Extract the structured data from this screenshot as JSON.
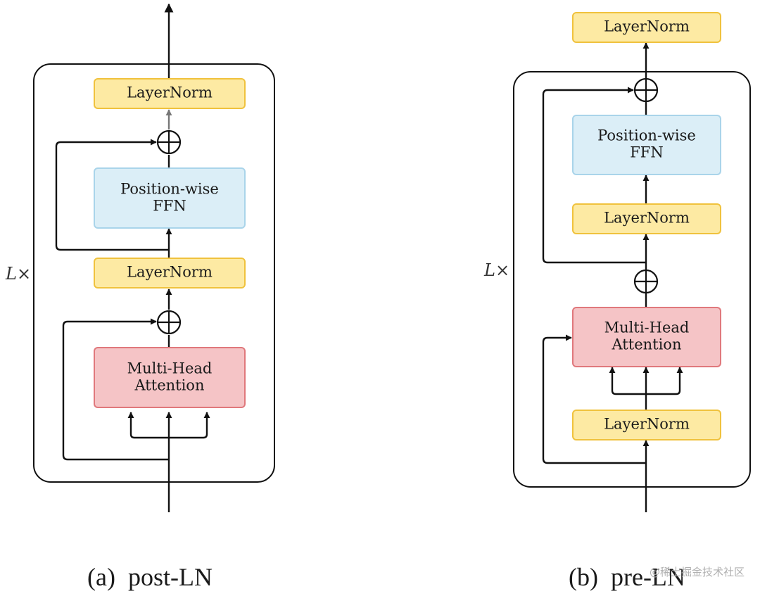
{
  "colors": {
    "layernorm_fill": "#fdeaa3",
    "layernorm_stroke": "#f0c23d",
    "ffn_fill": "#dbeef7",
    "ffn_stroke": "#a9d4ea",
    "attention_fill": "#f5c4c6",
    "attention_stroke": "#e0787c",
    "line": "#111111",
    "gray_arrow": "#777777"
  },
  "post_ln": {
    "caption": "(a)  post-LN",
    "repeat_label": "L×",
    "layernorm_top": "LayerNorm",
    "ffn_line1": "Position-wise",
    "ffn_line2": "FFN",
    "layernorm_mid": "LayerNorm",
    "attention_line1": "Multi-Head",
    "attention_line2": "Attention"
  },
  "pre_ln": {
    "caption": "(b)  pre-LN",
    "repeat_label": "L×",
    "layernorm_final": "LayerNorm",
    "ffn_line1": "Position-wise",
    "ffn_line2": "FFN",
    "layernorm_ffn": "LayerNorm",
    "attention_line1": "Multi-Head",
    "attention_line2": "Attention",
    "layernorm_attention": "LayerNorm"
  },
  "watermark": "@稀土掘金技术社区"
}
